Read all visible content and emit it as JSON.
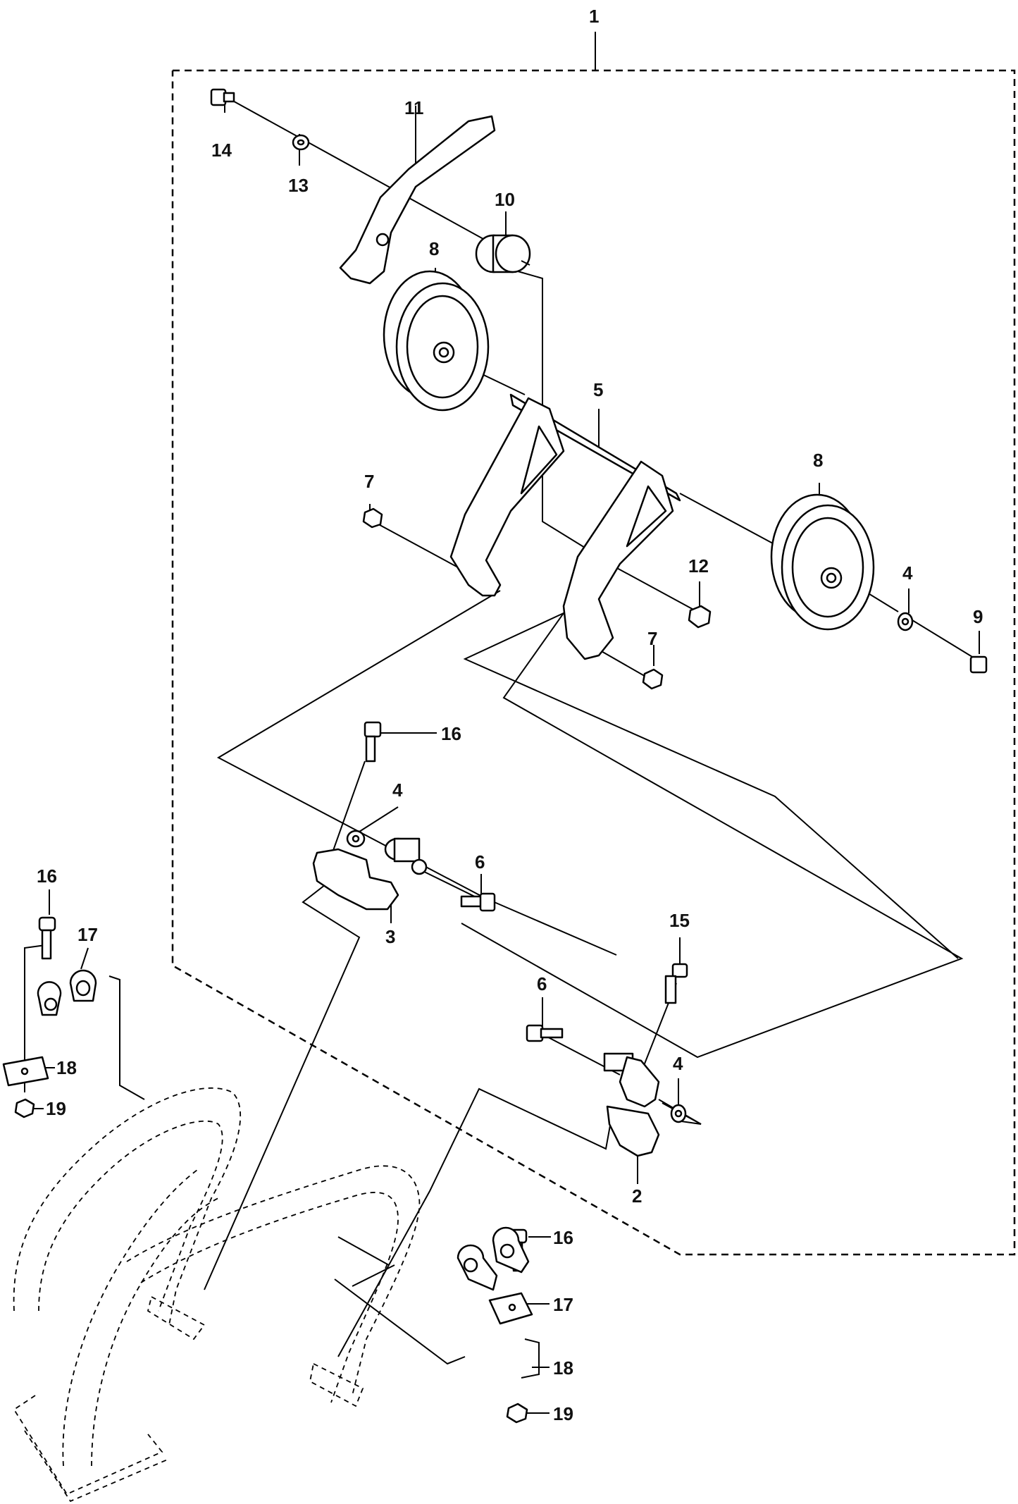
{
  "callouts": {
    "c1": "1",
    "c2": "2",
    "c3": "3",
    "c4a": "4",
    "c4b": "4",
    "c4c": "4",
    "c5": "5",
    "c6a": "6",
    "c6b": "6",
    "c7a": "7",
    "c7b": "7",
    "c8a": "8",
    "c8b": "8",
    "c9": "9",
    "c10": "10",
    "c11": "11",
    "c12": "12",
    "c13": "13",
    "c14": "14",
    "c15": "15",
    "c16a": "16",
    "c16b": "16",
    "c16c": "16",
    "c17a": "17",
    "c17b": "17",
    "c18a": "18",
    "c18b": "18",
    "c19a": "19",
    "c19b": "19"
  }
}
